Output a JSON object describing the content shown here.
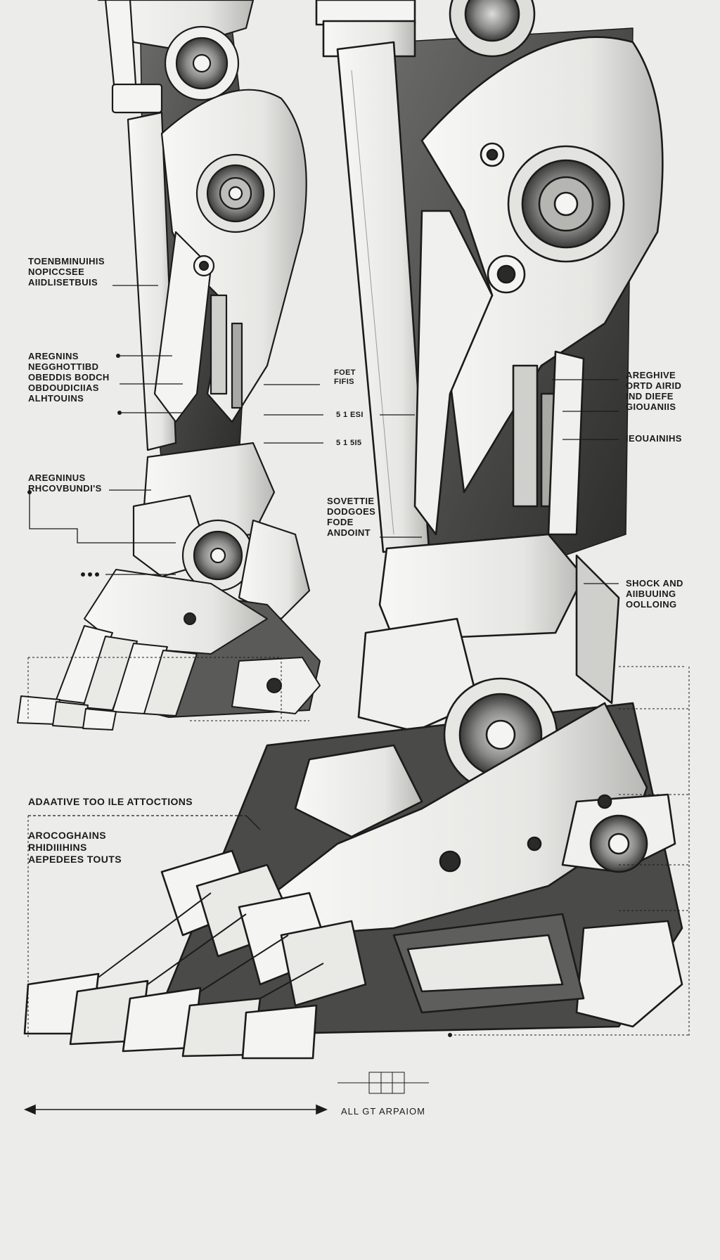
{
  "colors": {
    "paper": "#ececea",
    "ink": "#1b1b1b",
    "panel": "#f4f4f2",
    "shade": "#9a9a98",
    "dark": "#4a4a48"
  },
  "labels": {
    "upper_left": [
      "TOENBMINUIHIS",
      "NOPICCSEE",
      "AIIDLISETBUIS"
    ],
    "mid_left": [
      "AREGNINS",
      "NEGGHOTTIBD",
      "OBEDDIS BODCH",
      "OBDOUDICIIAS",
      "ALHTOUINS"
    ],
    "foot_left": [
      "AREGNINUS",
      "RHCOVBUNDI'S"
    ],
    "foot_center_a": [
      "FOET",
      "FIFIS"
    ],
    "foot_center_b": [
      "SOVETTIE",
      "DODGOES",
      "FODE",
      "ANDOINT"
    ],
    "right_a": [
      "AREGHIVE",
      "ORTD AIRID",
      "IND DIEFE",
      "GIOUANIIS"
    ],
    "right_b": [
      "IEOUAINIHS"
    ],
    "right_shock": [
      "SHOCK AND",
      "AIIBUUING",
      "OOLLOING"
    ],
    "bottom_left_title": "ADAATIVE TOO ILE ATTOCTIONS",
    "bottom_left_sub": [
      "AROCOGHAINS",
      "RHIDIIIHINS",
      "AEPEDEES TOUTS"
    ],
    "scale_label": "ALL GT ARPAIOM",
    "tiny_a": "5 1 ESI",
    "tiny_b": "5 1 5I5"
  },
  "icons": [
    "robot-leg-left",
    "robot-leg-right",
    "robot-foot-left",
    "robot-foot-right",
    "joint-gear-icon",
    "dimension-arrow-icon"
  ]
}
